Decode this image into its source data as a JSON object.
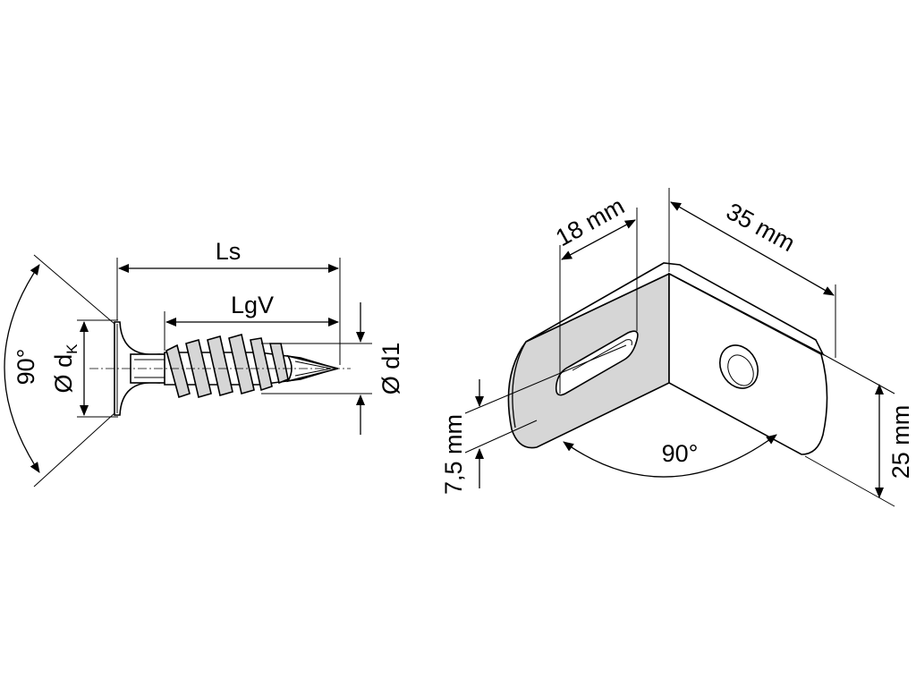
{
  "screw": {
    "label_ls": "Ls",
    "label_lgv": "LgV",
    "label_d1": "Ø d1",
    "label_dk_main": "Ø d",
    "label_dk_sub": "K",
    "label_head_angle": "90°"
  },
  "bracket": {
    "label_width": "35 mm",
    "label_slot": "18 mm",
    "label_height": "25 mm",
    "label_offset": "7,5 mm",
    "label_angle": "90°"
  }
}
